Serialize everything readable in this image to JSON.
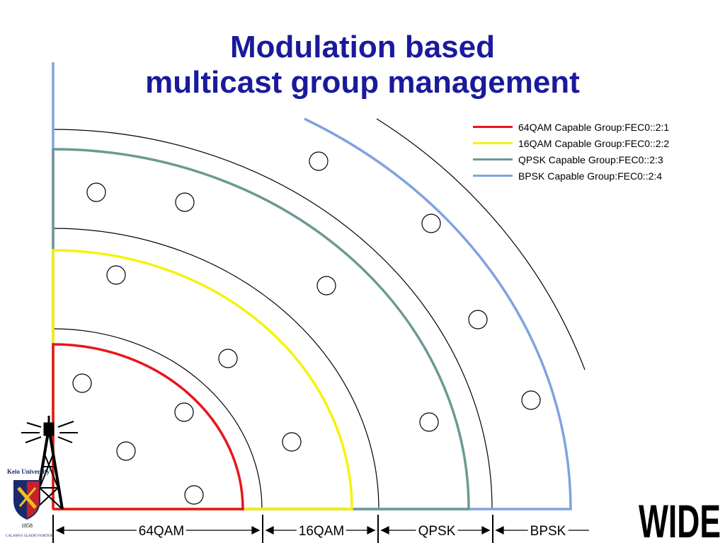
{
  "title": {
    "line1": "Modulation based",
    "line2": "multicast group management"
  },
  "legend": [
    {
      "label": "64QAM Capable Group:FEC0::2:1",
      "color": "#e8161b"
    },
    {
      "label": "16QAM Capable Group:FEC0::2:2",
      "color": "#f6f20a"
    },
    {
      "label": "QPSK Capable Group:FEC0::2:3",
      "color": "#6a9a94"
    },
    {
      "label": "BPSK Capable Group:FEC0::2:4",
      "color": "#7fa3e0"
    }
  ],
  "zones": [
    "64QAM",
    "16QAM",
    "QPSK",
    "BPSK"
  ],
  "logos": {
    "keio_text": "Keio University",
    "keio_year": "1858",
    "keio_motto": "CALAMVS GLADIO FORTIOR",
    "wide": "WIDE"
  },
  "colors": {
    "title": "#1a1a9c",
    "arc_thin": "#000000"
  }
}
